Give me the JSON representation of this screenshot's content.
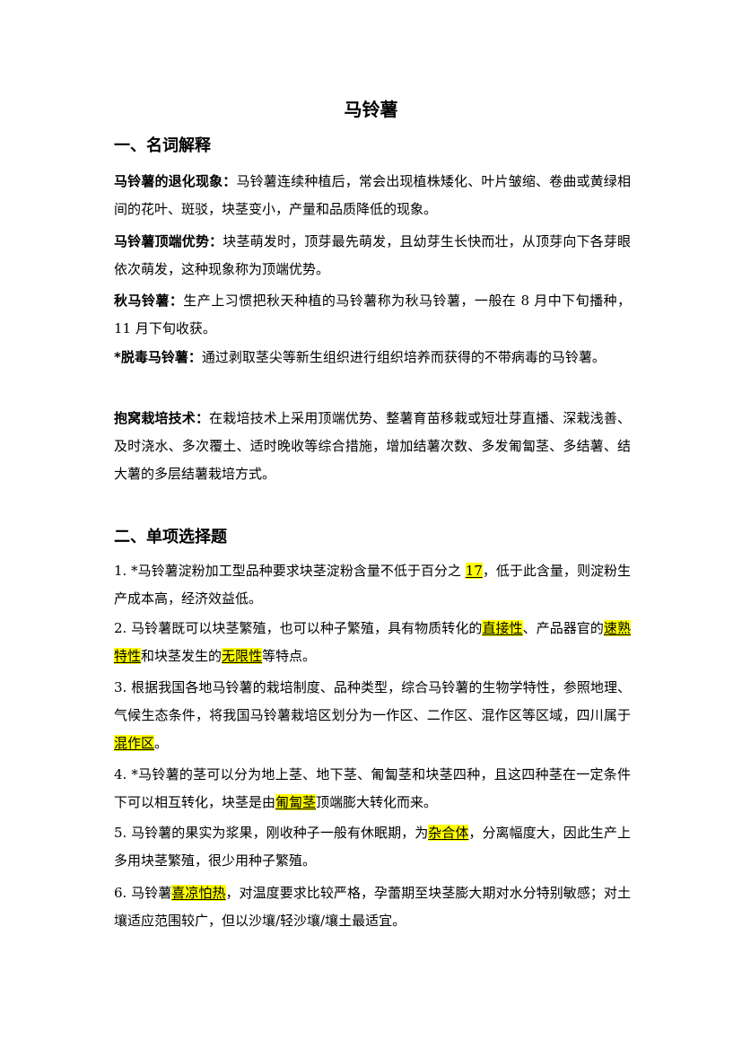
{
  "title": "马铃薯",
  "section1": {
    "heading": "一、名词解释",
    "items": [
      {
        "term": "马铃薯的退化现象：",
        "text": "马铃薯连续种植后，常会出现植株矮化、叶片皱缩、卷曲或黄绿相间的花叶、斑驳，块茎变小，产量和品质降低的现象。"
      },
      {
        "term": "马铃薯顶端优势：",
        "text": "块茎萌发时，顶芽最先萌发，且幼芽生长快而壮，从顶芽向下各芽眼依次萌发，这种现象称为顶端优势。"
      },
      {
        "term": "秋马铃薯：",
        "text": "生产上习惯把秋天种植的马铃薯称为秋马铃薯，一般在 8 月中下旬播种，11 月下旬收获。"
      },
      {
        "term": "*脱毒马铃薯：",
        "text": "通过剥取茎尖等新生组织进行组织培养而获得的不带病毒的马铃薯。"
      },
      {
        "term": "抱窝栽培技术：",
        "text": "在栽培技术上采用顶端优势、整薯育苗移栽或短壮芽直播、深栽浅善、及时浇水、多次覆土、适时晚收等综合措施，增加结薯次数、多发匍匐茎、多结薯、结大薯的多层结薯栽培方式。"
      }
    ]
  },
  "section2": {
    "heading": "二、单项选择题",
    "q1": {
      "a": "1. *马铃薯淀粉加工型品种要求块茎淀粉含量不低于百分之 ",
      "h1": "17",
      "b": "，低于此含量，则淀粉生产成本高，经济效益低。"
    },
    "q2": {
      "a": "2. 马铃薯既可以块茎繁殖，也可以种子繁殖，具有物质转化的",
      "h1": "直接性",
      "b": "、产品器官的",
      "h2": "速熟特性",
      "c": "和块茎发生的",
      "h3": "无限性",
      "d": "等特点。"
    },
    "q3": {
      "a": "3. 根据我国各地马铃薯的栽培制度、品种类型，综合马铃薯的生物学特性，参照地理、气候生态条件，将我国马铃薯栽培区划分为一作区、二作区、混作区等区域，四川属于",
      "h1": "混作区",
      "b": "。"
    },
    "q4": {
      "a": "4. *马铃薯的茎可以分为地上茎、地下茎、匍匐茎和块茎四种，且这四种茎在一定条件下可以相互转化，块茎是由",
      "h1": "匍匐茎",
      "b": "顶端膨大转化而来。"
    },
    "q5": {
      "a": "5. 马铃薯的果实为浆果，刚收种子一般有休眠期，为",
      "h1": "杂合体",
      "b": "，分离幅度大，因此生产上多用块茎繁殖，很少用种子繁殖。"
    },
    "q6": {
      "a": "6. 马铃薯",
      "h1": "喜凉怕热",
      "b": "，对温度要求比较严格，孕蕾期至块茎膨大期对水分特别敏感；对土壤适应范围较广，但以沙壤/轻沙壤/壤土最适宜。"
    }
  }
}
